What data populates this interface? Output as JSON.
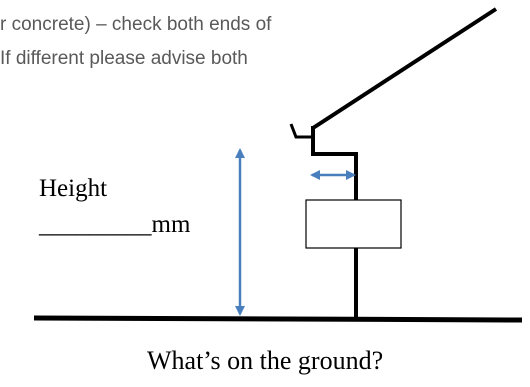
{
  "instructions": {
    "line1": "r concrete) – check both ends of",
    "line2": "If different please advise both"
  },
  "diagram": {
    "height_label": "Height",
    "height_blank": "_________mm",
    "ground_question": "What’s on the ground?",
    "colors": {
      "structure": "#000000",
      "arrows": "#4a7fbe",
      "instruction_text": "#595959"
    }
  }
}
